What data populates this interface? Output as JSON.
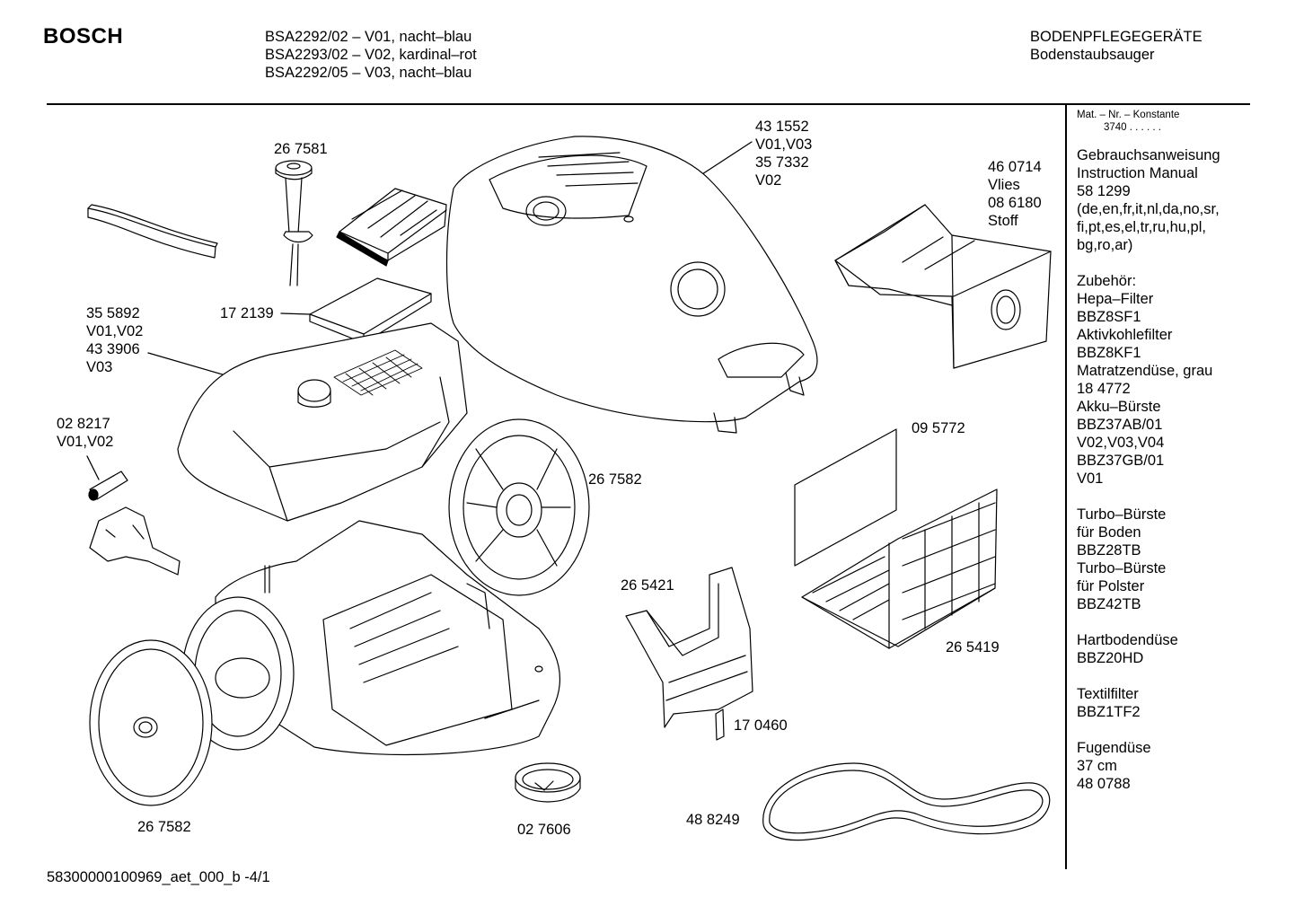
{
  "header": {
    "brand": "BOSCH",
    "models": [
      "BSA2292/02 – V01, nacht–blau",
      "BSA2293/02 – V02, kardinal–rot",
      "BSA2292/05 – V03, nacht–blau"
    ],
    "category": "BODENPFLEGEGERÄTE",
    "subcategory": "Bodenstaubsauger"
  },
  "sidebar": {
    "const_label": "Mat. – Nr. – Konstante",
    "const_value": "3740 . . . . . .",
    "manual": [
      "Gebrauchsanweisung",
      "Instruction Manual",
      "58 1299",
      "(de,en,fr,it,nl,da,no,sr,",
      "fi,pt,es,el,tr,ru,hu,pl,",
      "bg,ro,ar)"
    ],
    "accessories_title": "Zubehör:",
    "accessories": [
      "Hepa–Filter",
      "BBZ8SF1",
      "Aktivkohlefilter",
      "BBZ8KF1",
      "Matratzendüse, grau",
      "18 4772",
      "Akku–Bürste",
      "BBZ37AB/01",
      "V02,V03,V04",
      "BBZ37GB/01",
      "V01"
    ],
    "turbo": [
      "Turbo–Bürste",
      "für Boden",
      "BBZ28TB",
      "Turbo–Bürste",
      "für Polster",
      "BBZ42TB"
    ],
    "hard_floor": [
      "Hartbodendüse",
      "BBZ20HD"
    ],
    "textile": [
      "Textilfilter",
      "BBZ1TF2"
    ],
    "crevice": [
      "Fugendüse",
      "37 cm",
      "48 0788"
    ]
  },
  "parts": {
    "p_431552": "43 1552",
    "p_431552_v": "V01,V03",
    "p_357332": "35 7332",
    "p_357332_v": "V02",
    "p_267581": "26 7581",
    "p_460714": "46 0714",
    "p_460714_t": "Vlies",
    "p_086180": "08 6180",
    "p_086180_t": "Stoff",
    "p_355892": "35 5892",
    "p_355892_v": "V01,V02",
    "p_433906": "43 3906",
    "p_433906_v": "V03",
    "p_172139": "17 2139",
    "p_028217": "02 8217",
    "p_028217_v": "V01,V02",
    "p_267582a": "26 7582",
    "p_095772": "09 5772",
    "p_265421": "26 5421",
    "p_265419": "26 5419",
    "p_170460": "17 0460",
    "p_488249": "48 8249",
    "p_267582b": "26 7582",
    "p_027606": "02 7606"
  },
  "footer": {
    "doc_id": "58300000100969_aet_000_b -4/1"
  }
}
